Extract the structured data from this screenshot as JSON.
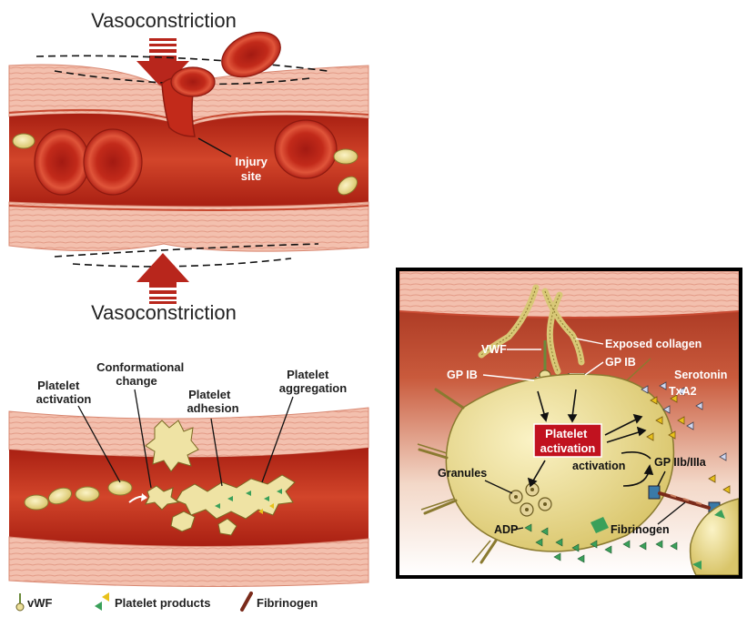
{
  "top_panel": {
    "title_top": "Vasoconstriction",
    "title_bottom": "Vasoconstriction",
    "injury_label_1": "Injury",
    "injury_label_2": "site"
  },
  "middle_panel": {
    "label_activation_1": "Platelet",
    "label_activation_2": "activation",
    "label_conformational_1": "Conformational",
    "label_conformational_2": "change",
    "label_adhesion_1": "Platelet",
    "label_adhesion_2": "adhesion",
    "label_aggregation_1": "Platelet",
    "label_aggregation_2": "aggregation"
  },
  "legend": {
    "vwf": "vWF",
    "platelet_products": "Platelet products",
    "fibrinogen": "Fibrinogen"
  },
  "inset": {
    "vwf": "VWF",
    "exposed_collagen": "Exposed collagen",
    "gp_ib_left": "GP IB",
    "gp_ib_right": "GP IB",
    "serotonin": "Serotonin",
    "txa2": "TxA2",
    "platelet_activation_1": "Platelet",
    "platelet_activation_2": "activation",
    "activation": "activation",
    "gp_iib_iiia": "GP IIb/IIIa",
    "granules": "Granules",
    "fibrinogen": "Fibrinogen",
    "adp": "ADP"
  },
  "colors": {
    "vessel_red": "#c0321c",
    "vessel_dark": "#8e1a10",
    "wall_pink": "#f1b8a6",
    "arrow_red": "#b8261c",
    "platelet_yellow": "#ecdf9a",
    "activation_box": "#c1121f",
    "product_green": "#3aa05a"
  }
}
